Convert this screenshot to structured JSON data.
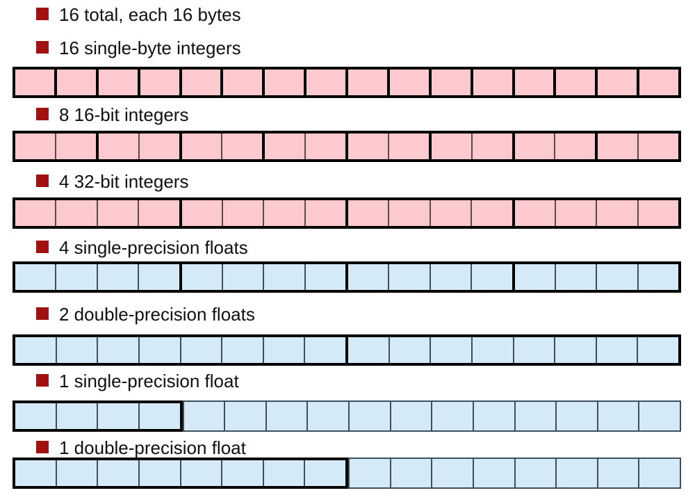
{
  "bullets": {
    "title": "16 total, each 16 bytes"
  },
  "rows": [
    {
      "label": "16 single-byte integers",
      "fill": "pink",
      "cells": 16,
      "group_size": 1,
      "mode": "full"
    },
    {
      "label": "8 16-bit integers",
      "fill": "pink",
      "cells": 16,
      "group_size": 2,
      "mode": "full"
    },
    {
      "label": "4 32-bit integers",
      "fill": "pink",
      "cells": 16,
      "group_size": 4,
      "mode": "full"
    },
    {
      "label": "4 single-precision floats",
      "fill": "blue",
      "cells": 16,
      "group_size": 4,
      "mode": "full"
    },
    {
      "label": "2 double-precision floats",
      "fill": "blue",
      "cells": 16,
      "group_size": 8,
      "mode": "full"
    },
    {
      "label": "1 single-precision float",
      "fill": "blue",
      "cells": 16,
      "group_size": 4,
      "mode": "first-group"
    },
    {
      "label": "1 double-precision float",
      "fill": "blue",
      "cells": 16,
      "group_size": 8,
      "mode": "first-group"
    }
  ],
  "colors": {
    "pink": "#FCC9CF",
    "blue": "#D4EAF8",
    "pink_line": "#5E4A45",
    "blue_line": "#3C4F5A",
    "thick": "#000000",
    "bullet": "#A01212",
    "text": "#111111"
  }
}
